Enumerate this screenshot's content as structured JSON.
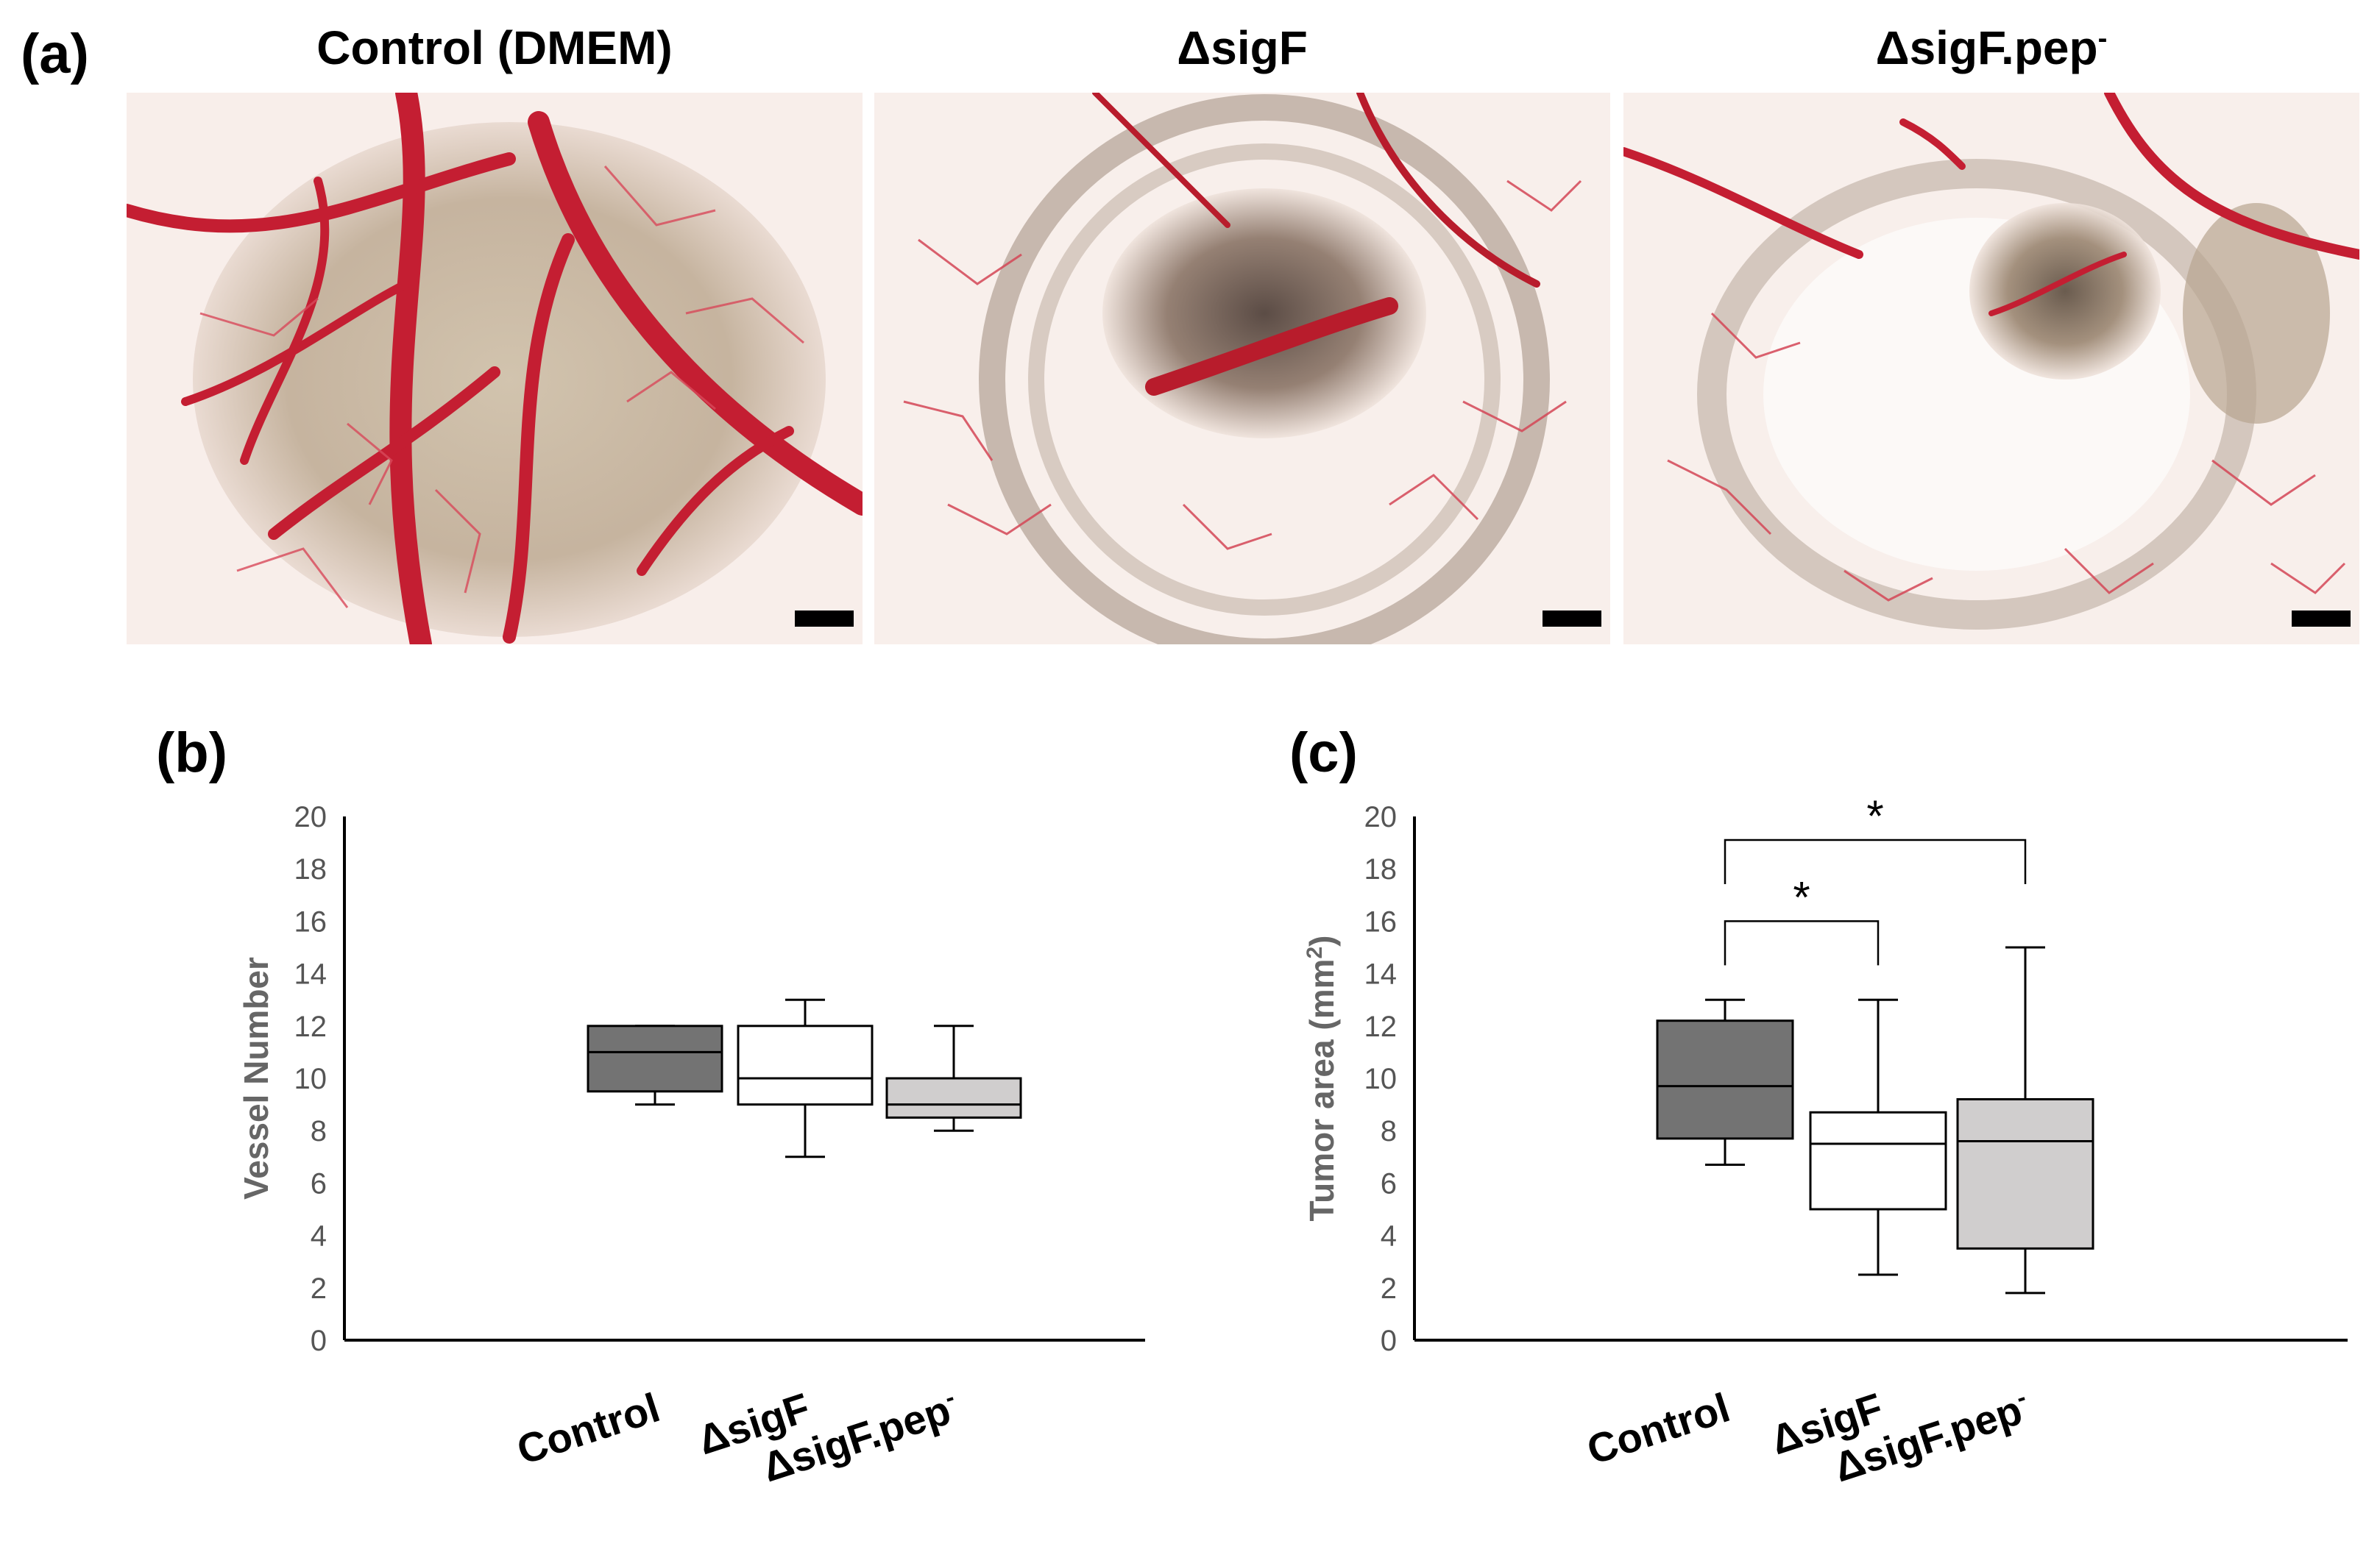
{
  "panel_a": {
    "letter": "(a)",
    "photos": [
      {
        "title_main": "Control (DMEM)",
        "title_sup": ""
      },
      {
        "title_main": "ΔsigF",
        "title_sup": ""
      },
      {
        "title_main": "ΔsigF.pep",
        "title_sup": "-"
      }
    ]
  },
  "chart_data": [
    {
      "panel": "(b)",
      "type": "box",
      "ylabel": "Vessel Number",
      "ylim": [
        0,
        20
      ],
      "yticks": [
        0,
        2,
        4,
        6,
        8,
        10,
        12,
        14,
        16,
        18,
        20
      ],
      "grid": false,
      "categories": [
        "Control",
        "ΔsigF",
        "ΔsigF.pep-"
      ],
      "category_labels": [
        {
          "main": "Control",
          "sup": ""
        },
        {
          "main": "ΔsigF",
          "sup": ""
        },
        {
          "main": "ΔsigF.pep",
          "sup": "-"
        }
      ],
      "boxes": [
        {
          "category": "Control",
          "min": 9,
          "q1": 9.5,
          "median": 11,
          "q3": 12,
          "max": 12,
          "color": "#737373"
        },
        {
          "category": "ΔsigF",
          "min": 7,
          "q1": 9,
          "median": 10,
          "q3": 12,
          "max": 13,
          "color": "#ffffff"
        },
        {
          "category": "ΔsigF.pep-",
          "min": 8,
          "q1": 8.5,
          "median": 9,
          "q3": 10,
          "max": 12,
          "color": "#d0cece"
        }
      ],
      "significance": []
    },
    {
      "panel": "(c)",
      "type": "box",
      "ylabel_main": "Tumor area (mm",
      "ylabel_sup": "2",
      "ylabel_end": ")",
      "ylim": [
        0,
        20
      ],
      "yticks": [
        0,
        2,
        4,
        6,
        8,
        10,
        12,
        14,
        16,
        18,
        20
      ],
      "grid": false,
      "categories": [
        "Control",
        "ΔsigF",
        "ΔsigF.pep-"
      ],
      "category_labels": [
        {
          "main": "Control",
          "sup": ""
        },
        {
          "main": "ΔsigF",
          "sup": ""
        },
        {
          "main": "ΔsigF.pep",
          "sup": "-"
        }
      ],
      "boxes": [
        {
          "category": "Control",
          "min": 6.7,
          "q1": 7.7,
          "median": 9.7,
          "q3": 12.2,
          "max": 13,
          "color": "#737373"
        },
        {
          "category": "ΔsigF",
          "min": 2.5,
          "q1": 5,
          "median": 7.5,
          "q3": 8.7,
          "max": 13,
          "color": "#ffffff"
        },
        {
          "category": "ΔsigF.pep-",
          "min": 1.8,
          "q1": 3.5,
          "median": 7.6,
          "q3": 9.2,
          "max": 15,
          "color": "#d0cece"
        }
      ],
      "significance": [
        {
          "from": 0,
          "to": 1,
          "y": 16,
          "label": "*"
        },
        {
          "from": 0,
          "to": 2,
          "y": 19.1,
          "label": "*"
        }
      ]
    }
  ]
}
